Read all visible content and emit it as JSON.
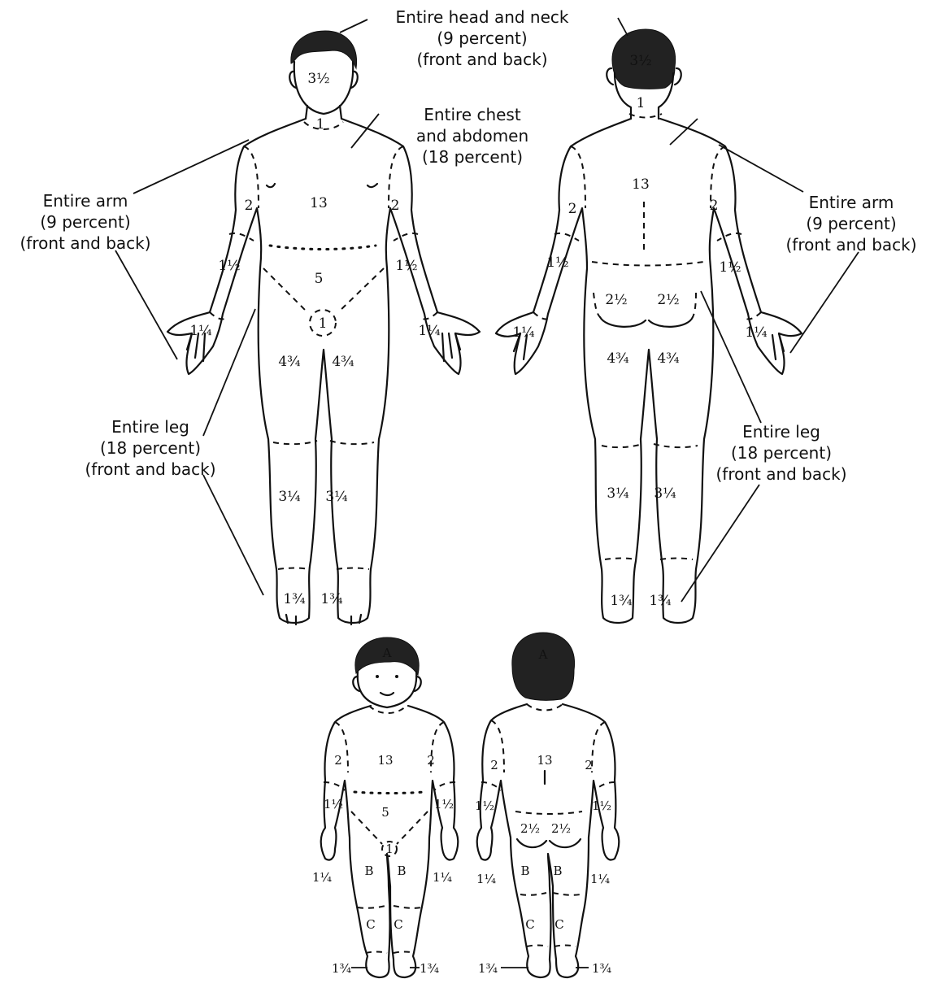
{
  "callouts": {
    "head": {
      "line1": "Entire head and neck",
      "line2": "(9 percent)",
      "line3": "(front and back)"
    },
    "chest": {
      "line1": "Entire chest",
      "line2": "and abdomen",
      "line3": "(18 percent)"
    },
    "arm_left": {
      "line1": "Entire arm",
      "line2": "(9 percent)",
      "line3": "(front and back)"
    },
    "arm_right": {
      "line1": "Entire arm",
      "line2": "(9 percent)",
      "line3": "(front and back)"
    },
    "leg_left": {
      "line1": "Entire leg",
      "line2": "(18 percent)",
      "line3": "(front and back)"
    },
    "leg_right": {
      "line1": "Entire leg",
      "line2": "(18 percent)",
      "line3": "(front and back)"
    }
  },
  "adult_front": {
    "head": "3½",
    "neck": "1",
    "trunk": "13",
    "upper_arm_l": "2",
    "upper_arm_r": "2",
    "forearm_l": "1½",
    "forearm_r": "1½",
    "abdomen": "5",
    "genitals": "1",
    "hand_l": "1¼",
    "hand_r": "1¼",
    "thigh_l": "4¾",
    "thigh_r": "4¾",
    "leg_l": "3¼",
    "leg_r": "3¼",
    "foot_l": "1¾",
    "foot_r": "1¾"
  },
  "adult_back": {
    "head": "3½",
    "neck": "1",
    "trunk": "13",
    "upper_arm_l": "2",
    "upper_arm_r": "2",
    "forearm_l": "1½",
    "forearm_r": "1½",
    "buttock_l": "2½",
    "buttock_r": "2½",
    "hand_l": "1¼",
    "hand_r": "1¼",
    "thigh_l": "4¾",
    "thigh_r": "4¾",
    "leg_l": "3¼",
    "leg_r": "3¼",
    "foot_l": "1¾",
    "foot_r": "1¾"
  },
  "child_front": {
    "head": "A",
    "trunk": "13",
    "upper_arm_l": "2",
    "upper_arm_r": "2",
    "forearm_l": "1½",
    "forearm_r": "1½",
    "abdomen": "5",
    "genitals": "1",
    "hand_l": "1¼",
    "hand_r": "1¼",
    "thigh_l": "B",
    "thigh_r": "B",
    "leg_l": "C",
    "leg_r": "C",
    "foot_l": "1¾",
    "foot_r": "1¾"
  },
  "child_back": {
    "head": "A",
    "trunk": "13",
    "upper_arm_l": "2",
    "upper_arm_r": "2",
    "forearm_l": "1½",
    "forearm_r": "1½",
    "buttock_l": "2½",
    "buttock_r": "2½",
    "hand_l": "1¼",
    "hand_r": "1¼",
    "thigh_l": "B",
    "thigh_r": "B",
    "leg_l": "C",
    "leg_r": "C",
    "foot_l": "1¾",
    "foot_r": "1¾"
  }
}
